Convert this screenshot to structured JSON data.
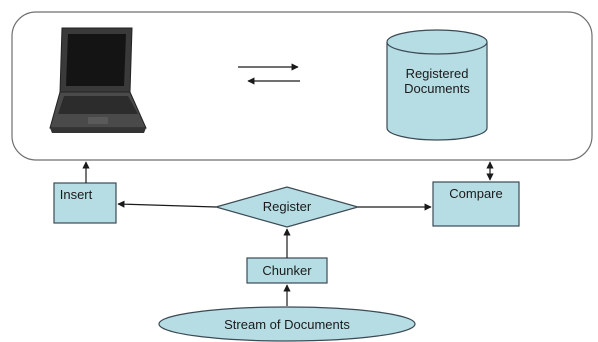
{
  "nodes": {
    "registered_documents": {
      "line1": "Registered",
      "line2": "Documents"
    },
    "insert": {
      "label": "Insert"
    },
    "register": {
      "label": "Register"
    },
    "compare": {
      "label": "Compare"
    },
    "chunker": {
      "label": "Chunker"
    },
    "stream": {
      "label": "Stream of Documents"
    }
  },
  "icons": {
    "computer": "laptop-icon",
    "exchange": "bidirectional-arrows-icon",
    "database": "database-cylinder-icon"
  },
  "colors": {
    "shape_fill": "#b7dde4",
    "shape_stroke": "#3b4a54",
    "panel_stroke": "#6f6f6f",
    "laptop_body": "#3a3a3a",
    "laptop_screen": "#141414",
    "arrow": "#1a1a1a"
  }
}
